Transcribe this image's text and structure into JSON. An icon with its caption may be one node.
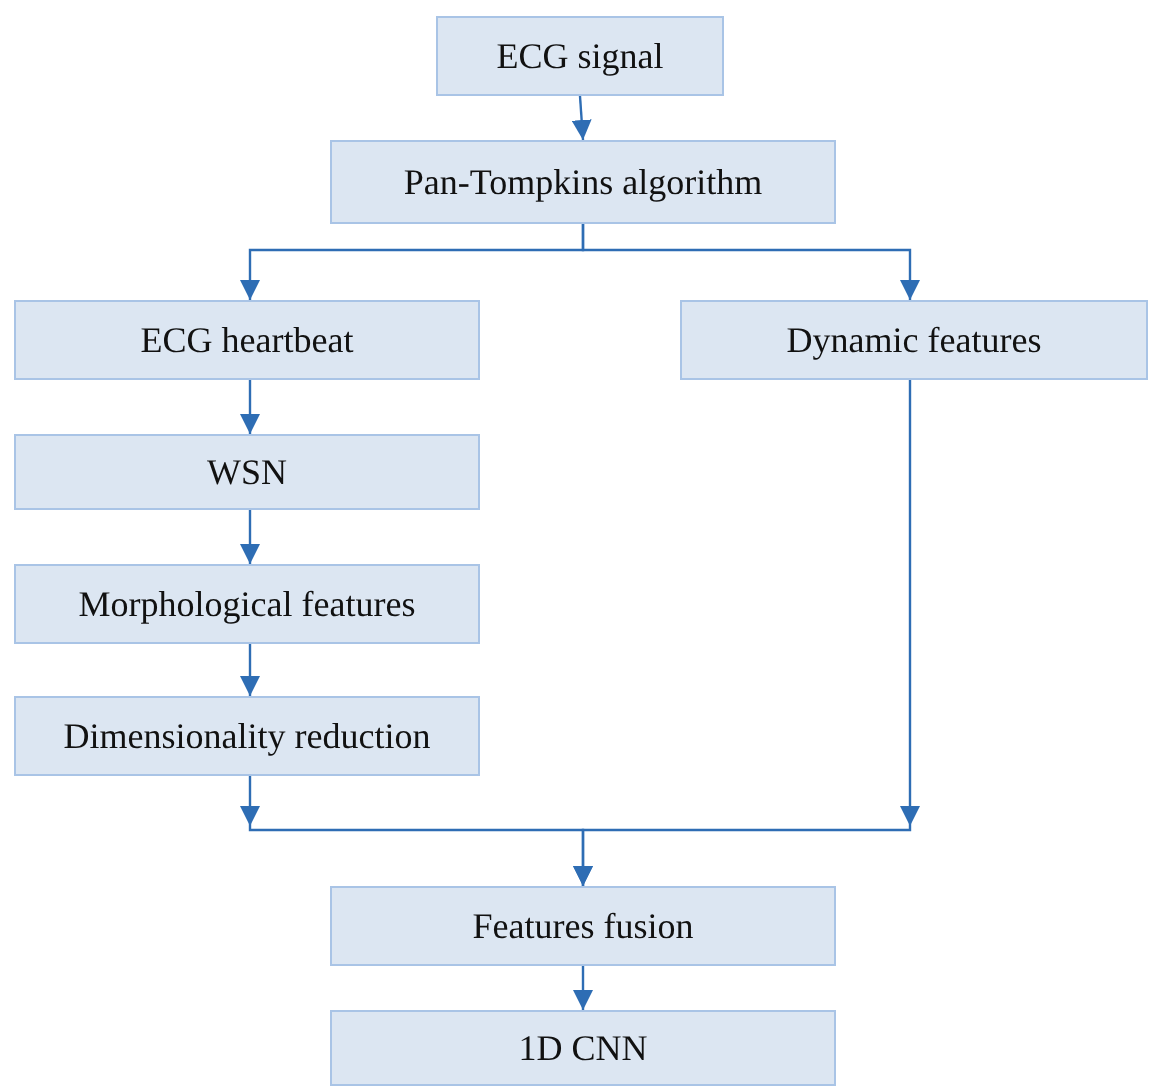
{
  "diagram": {
    "nodes": [
      {
        "text": [
          "ECG signal"
        ]
      },
      {
        "text": [
          "Pan-Tompkins algorithm"
        ]
      },
      {
        "text": [
          "ECG heartbeat"
        ]
      },
      {
        "text": [
          "Dynamic features"
        ]
      },
      {
        "text": [
          "WSN"
        ]
      },
      {
        "text": [
          "Morphological features"
        ]
      },
      {
        "text": [
          "Dimensionality reduction"
        ]
      },
      {
        "text": [
          "Features fusion"
        ]
      },
      {
        "text": [
          "1D CNN"
        ]
      }
    ],
    "edges": [
      {
        "from": 0,
        "to": 1,
        "arrow": "to"
      },
      {
        "from": 1,
        "to": 2,
        "arrow": "to"
      },
      {
        "from": 1,
        "to": 3,
        "arrow": "to"
      },
      {
        "from": 2,
        "to": 4,
        "arrow": "to"
      },
      {
        "from": 4,
        "to": 5,
        "arrow": "to"
      },
      {
        "from": 5,
        "to": 6,
        "arrow": "to"
      },
      {
        "from": 6,
        "to": 7,
        "arrow": "to"
      },
      {
        "from": 3,
        "to": 7,
        "arrow": "to"
      },
      {
        "from": 7,
        "to": 8,
        "arrow": "to"
      }
    ]
  }
}
